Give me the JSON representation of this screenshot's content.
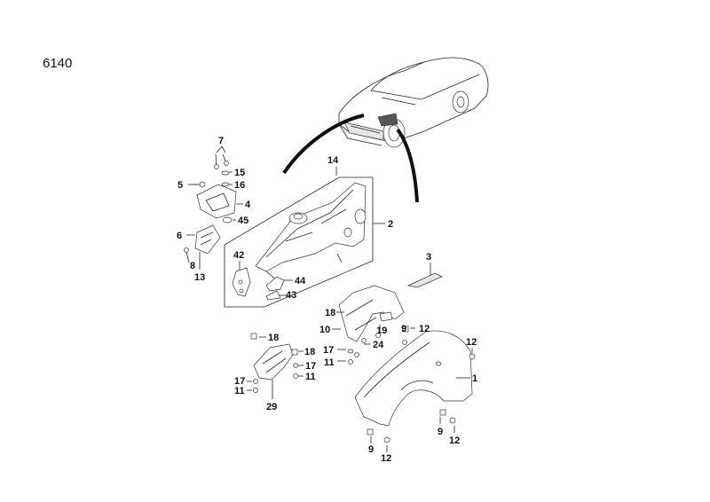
{
  "diagram": {
    "page_code": "6140",
    "labels": {
      "l1": "1",
      "l2": "2",
      "l3": "3",
      "l4": "4",
      "l5": "5",
      "l6": "6",
      "l7": "7",
      "l8": "8",
      "l9a": "9",
      "l9b": "9",
      "l9c": "9",
      "l10": "10",
      "l11a": "11",
      "l11b": "11",
      "l11c": "11",
      "l12a": "12",
      "l12b": "12",
      "l12c": "12",
      "l12d": "12",
      "l13": "13",
      "l14": "14",
      "l15": "15",
      "l16": "16",
      "l17a": "17",
      "l17b": "17",
      "l17c": "17",
      "l18a": "18",
      "l18b": "18",
      "l18c": "18",
      "l19": "19",
      "l24": "24",
      "l29": "29",
      "l42": "42",
      "l43": "43",
      "l44": "44",
      "l45": "45"
    }
  }
}
